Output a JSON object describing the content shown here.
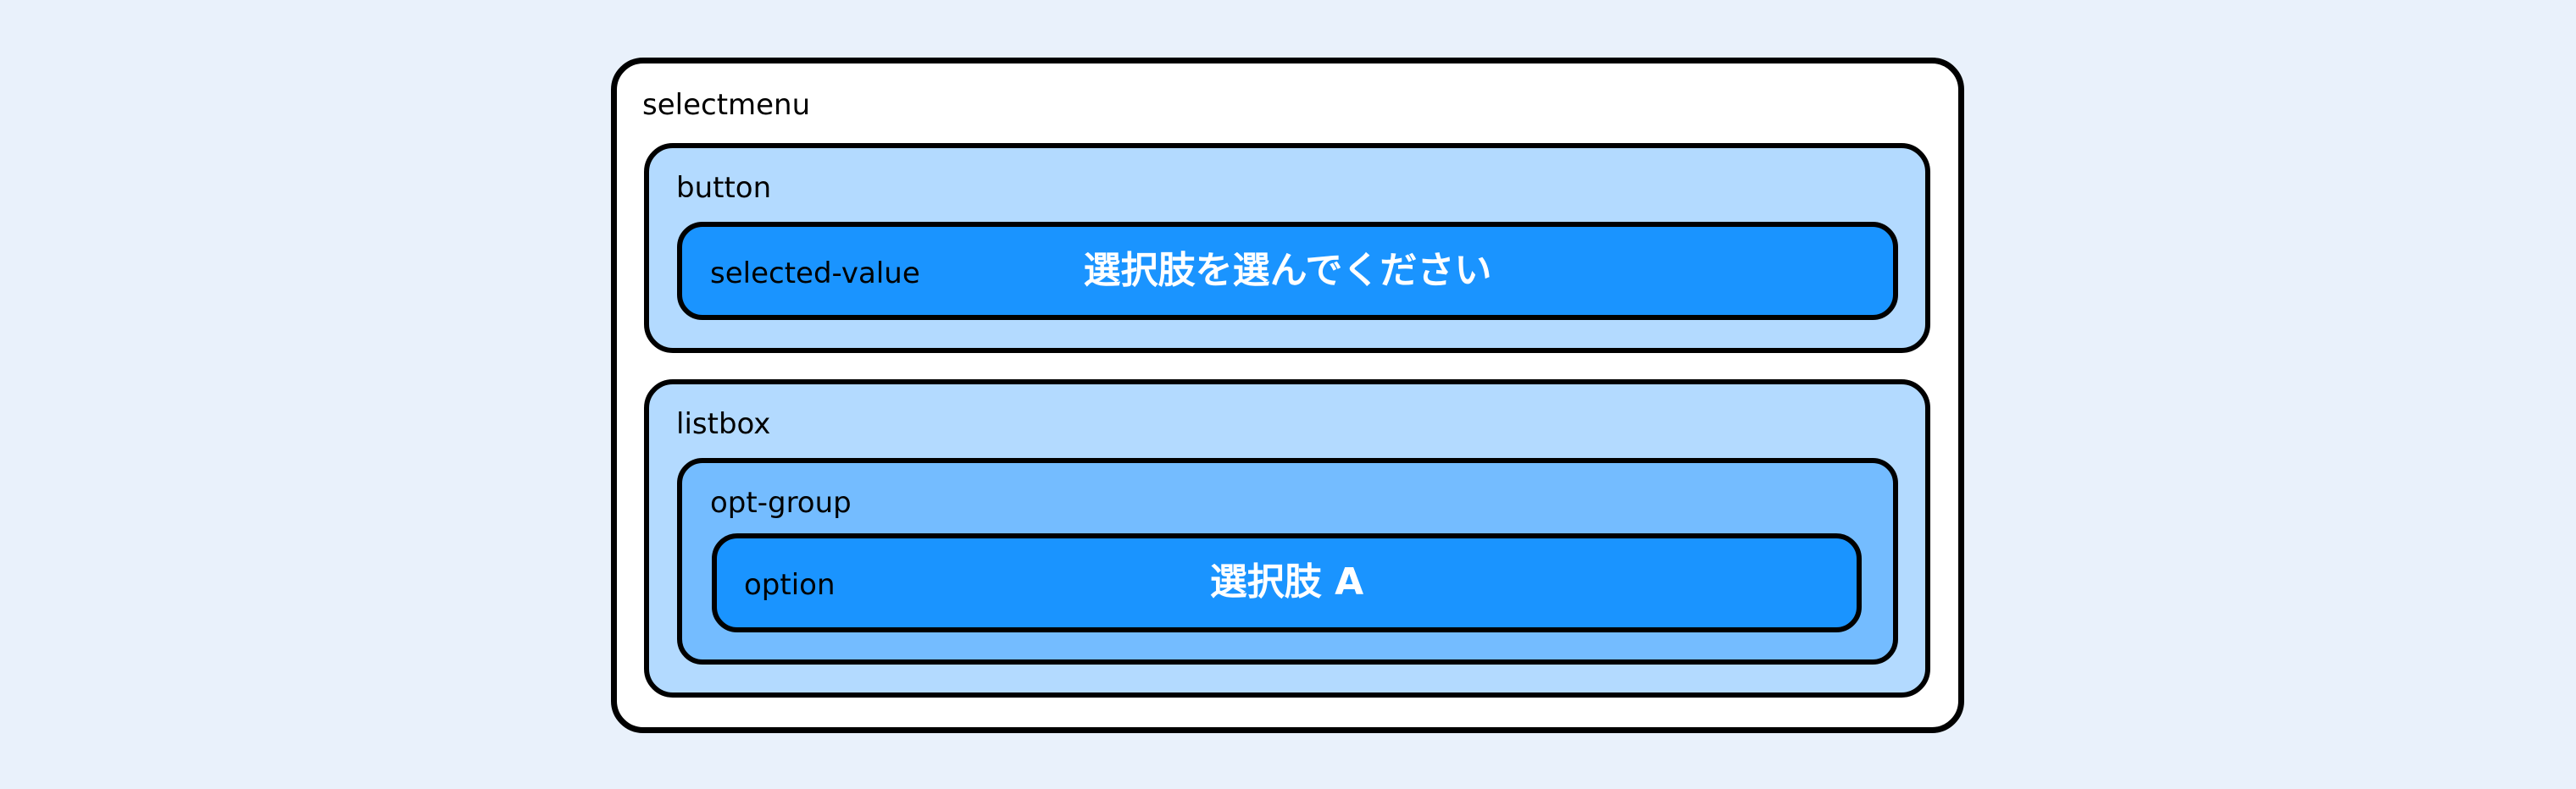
{
  "colors": {
    "background": "#e9f1fb",
    "container": "#ffffff",
    "light_blue": "#b3daff",
    "mid_blue": "#74bcff",
    "blue": "#1a94ff"
  },
  "selectmenu": {
    "label": "selectmenu",
    "button": {
      "label": "button",
      "selected_value": {
        "label": "selected-value",
        "text": "選択肢を選んでください"
      }
    },
    "listbox": {
      "label": "listbox",
      "opt_group": {
        "label": "opt-group",
        "option": {
          "label": "option",
          "text": "選択肢 A"
        }
      }
    }
  }
}
